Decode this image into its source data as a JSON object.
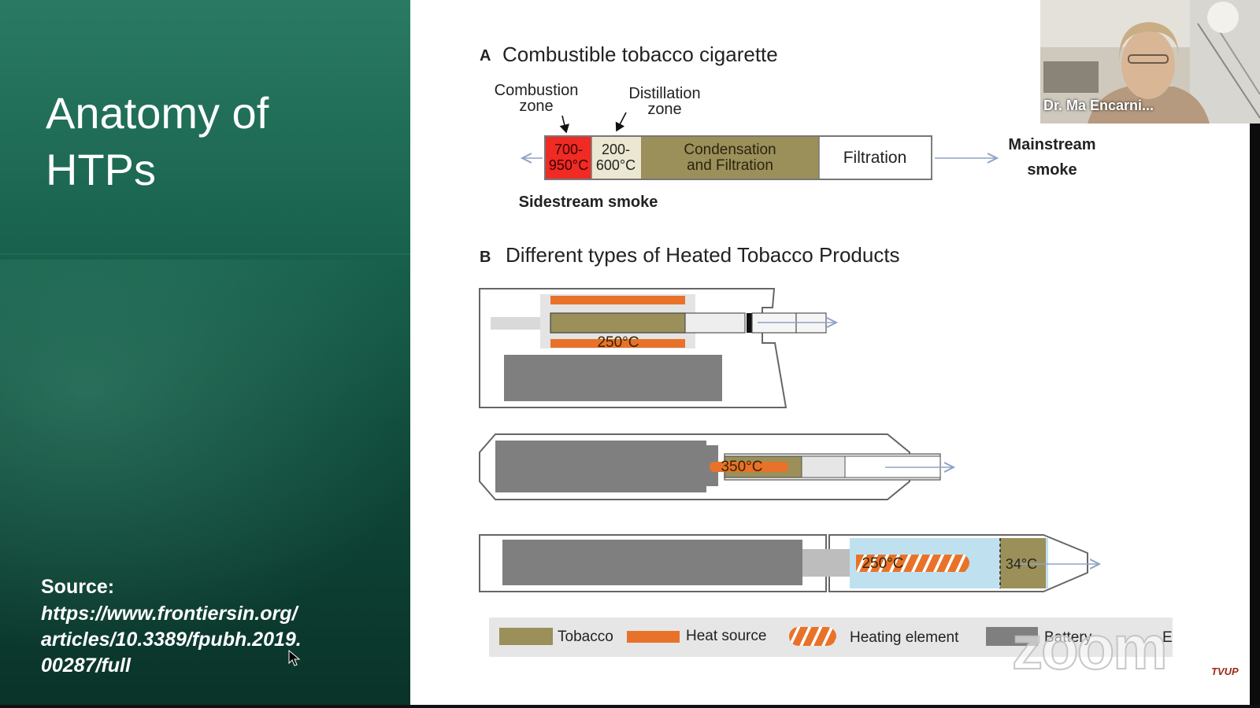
{
  "slide": {
    "title": "Anatomy of\nHTPs",
    "source_label": "Source:",
    "source_url": "https://www.frontiersin.org/\narticles/10.3389/fpubh.2019.\n00287/full"
  },
  "figure_a": {
    "letter": "A",
    "heading": "Combustible tobacco cigarette",
    "combustion_zone": [
      "Combustion",
      "zone"
    ],
    "distillation_zone": [
      "Distillation",
      "zone"
    ],
    "temp_hot": [
      "700-",
      "950°C"
    ],
    "temp_warm": [
      "200-",
      "600°C"
    ],
    "condensation": [
      "Condensation",
      "and Filtration"
    ],
    "filtration": "Filtration",
    "mainstream": [
      "Mainstream",
      "smoke"
    ],
    "sidestream": "Sidestream  smoke"
  },
  "figure_b": {
    "letter": "B",
    "heading": "Different types of Heated Tobacco Products",
    "device1_temp": "250°C",
    "device2_temp": "350°C",
    "device3_temp": "250°C",
    "device3_temp2": "34°C"
  },
  "legend": {
    "tobacco": "Tobacco",
    "heat_source": "Heat source",
    "heating_element": "Heating element",
    "battery": "Battery",
    "truncated": "E"
  },
  "video": {
    "speaker_name": "Dr. Ma Encarni..."
  },
  "watermark": {
    "zoom": "zoom",
    "tvup": "TVUP"
  },
  "colors": {
    "tobacco": "#9b8f5a",
    "heat_source": "#e8722a",
    "combustion_red": "#ef2b24",
    "battery_gray": "#7f7f7f",
    "capsule_blue": "#bfe0ef",
    "slide_green": "#1b6a53"
  }
}
